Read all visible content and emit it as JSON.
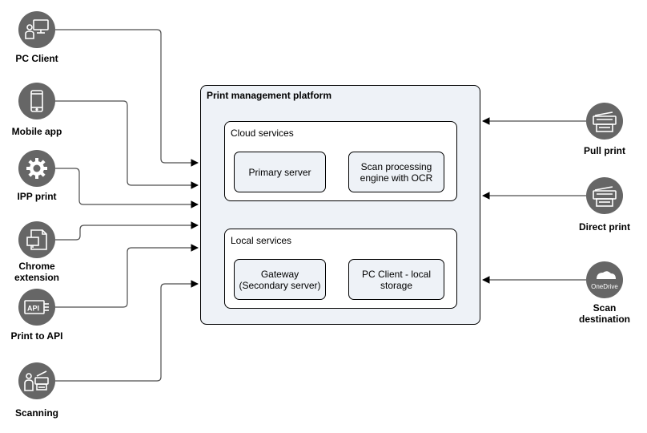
{
  "platform": {
    "title": "Print management platform",
    "cloud": {
      "title": "Cloud services",
      "primary": "Primary server",
      "scan_processing": "Scan processing\nengine with OCR"
    },
    "local": {
      "title": "Local services",
      "gateway": "Gateway\n(Secondary server)",
      "pc_client_local": "PC Client - local\nstorage"
    }
  },
  "left_nodes": {
    "pc_client": {
      "label": "PC Client",
      "icon": "pc-client-icon"
    },
    "mobile_app": {
      "label": "Mobile app",
      "icon": "mobile-phone-icon"
    },
    "ipp_print": {
      "label": "IPP print",
      "icon": "gear-icon"
    },
    "chrome_extension": {
      "label": "Chrome\nextension",
      "icon": "chrome-extension-icon"
    },
    "print_to_api": {
      "label": "Print to API",
      "icon": "api-icon",
      "icon_text": "API"
    },
    "scanning": {
      "label": "Scanning",
      "icon": "scanning-user-icon"
    }
  },
  "right_nodes": {
    "pull_print": {
      "label": "Pull print",
      "icon": "printer-icon"
    },
    "direct_print": {
      "label": "Direct print",
      "icon": "printer-icon"
    },
    "scan_destination": {
      "label": "Scan\ndestination",
      "icon": "onedrive-cloud-icon",
      "icon_text": "OneDrive"
    }
  },
  "colors": {
    "node_fill": "#666666",
    "platform_fill": "#eef2f7",
    "connector": "#4d4d4d"
  }
}
